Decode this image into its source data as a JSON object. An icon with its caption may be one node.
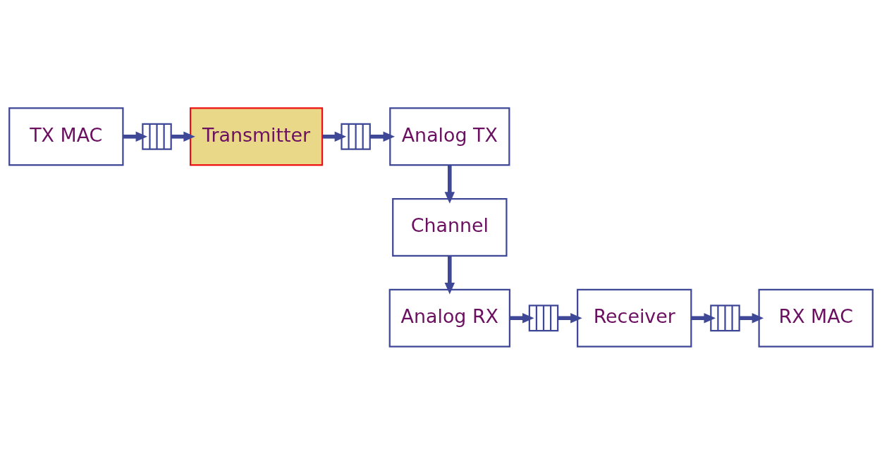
{
  "diagram": {
    "nodes": [
      {
        "text": [
          "TX MAC"
        ]
      },
      {
        "text": [],
        "shape": "queue"
      },
      {
        "text": [
          "Transmitter"
        ]
      },
      {
        "text": [],
        "shape": "queue"
      },
      {
        "text": [
          "Analog TX"
        ]
      },
      {
        "text": [
          "Channel"
        ]
      },
      {
        "text": [
          "Analog RX"
        ]
      },
      {
        "text": [],
        "shape": "queue"
      },
      {
        "text": [
          "Receiver"
        ]
      },
      {
        "text": [],
        "shape": "queue"
      },
      {
        "text": [
          "RX MAC"
        ]
      }
    ],
    "edges": [
      {
        "from": 0,
        "to": 1,
        "arrow": "to"
      },
      {
        "from": 1,
        "to": 2,
        "arrow": "to"
      },
      {
        "from": 2,
        "to": 3,
        "arrow": "to"
      },
      {
        "from": 3,
        "to": 4,
        "arrow": "to"
      },
      {
        "from": 4,
        "to": 5,
        "arrow": "to"
      },
      {
        "from": 5,
        "to": 6,
        "arrow": "to"
      },
      {
        "from": 6,
        "to": 7,
        "arrow": "to"
      },
      {
        "from": 7,
        "to": 8,
        "arrow": "to"
      },
      {
        "from": 8,
        "to": 9,
        "arrow": "to"
      },
      {
        "from": 9,
        "to": 10,
        "arrow": "to"
      }
    ]
  }
}
